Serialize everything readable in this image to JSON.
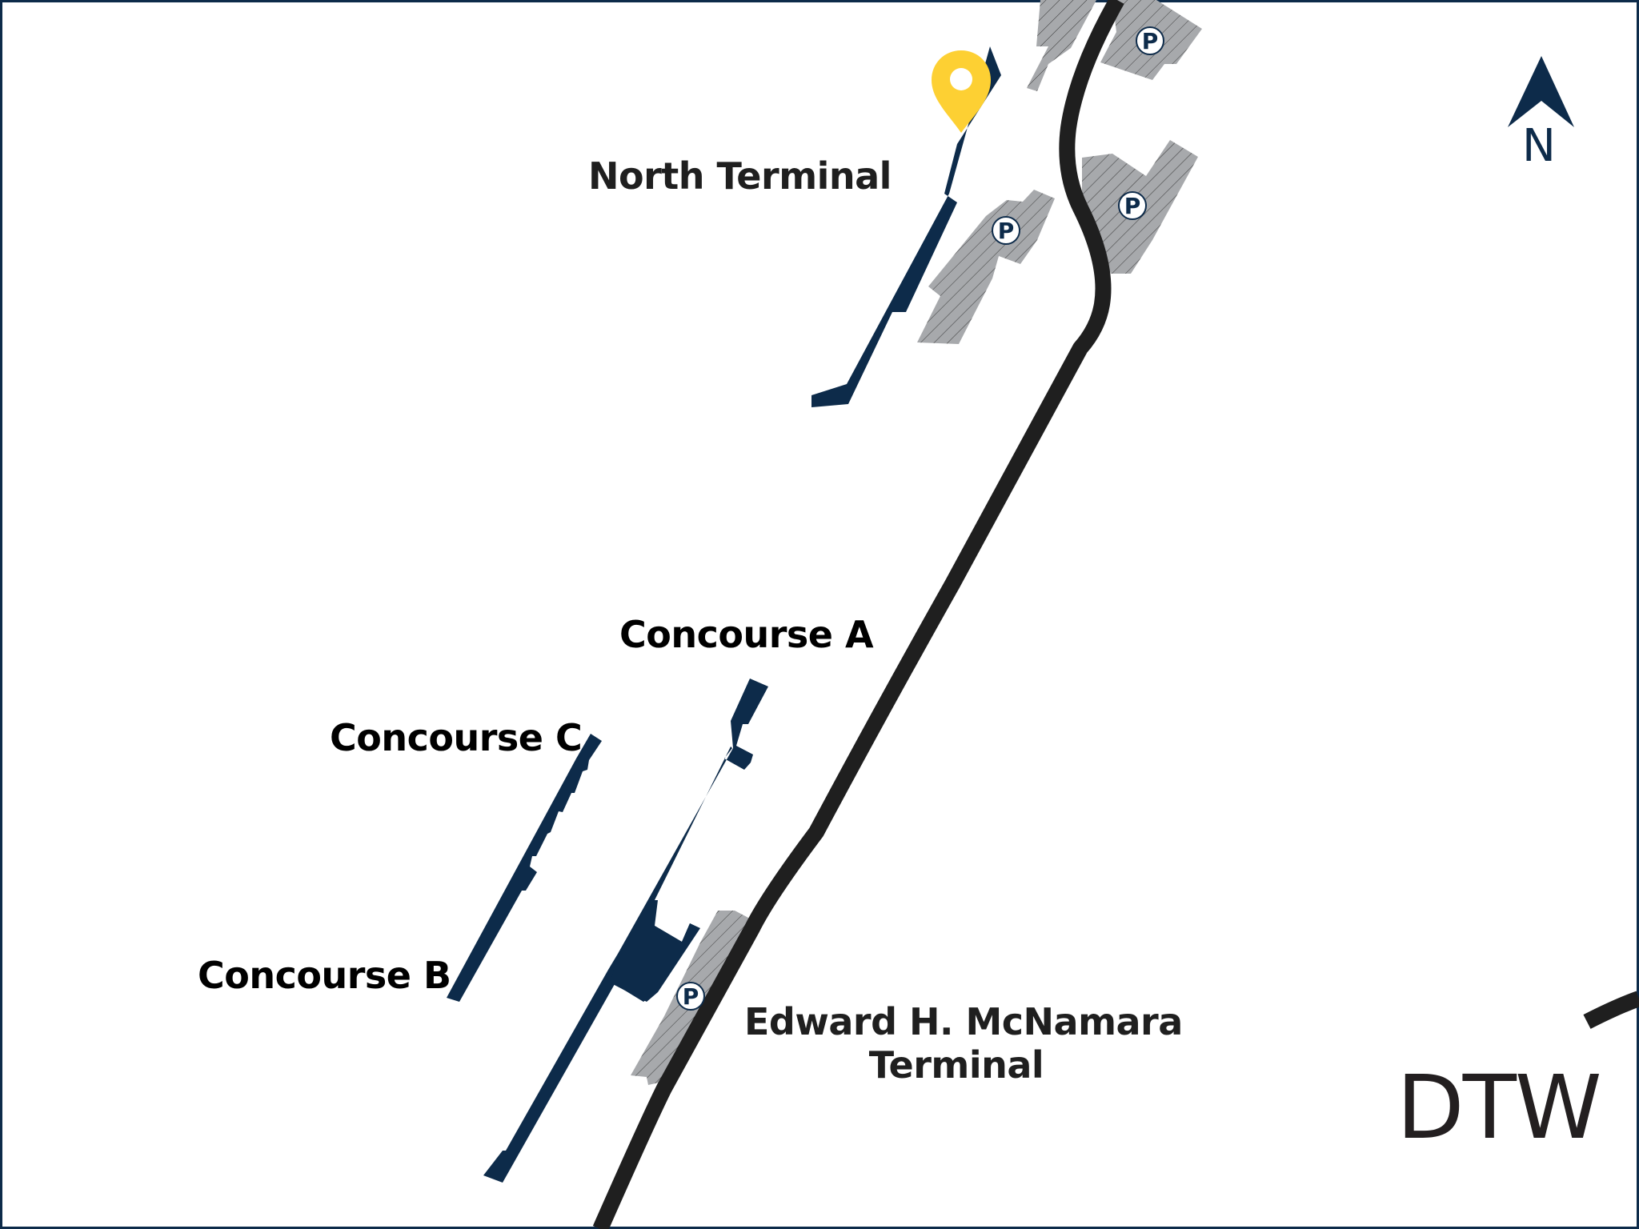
{
  "map": {
    "airport_code": "DTW",
    "north_indicator": "N",
    "labels": {
      "north_terminal": "North Terminal",
      "concourse_a": "Concourse A",
      "concourse_b": "Concourse B",
      "concourse_c": "Concourse C",
      "mcnamara_line1": "Edward H. McNamara",
      "mcnamara_line2": "Terminal"
    },
    "parking_symbol": "P",
    "parking_lots": [
      {
        "id": "north-top-left",
        "has_symbol": false
      },
      {
        "id": "north-top-right",
        "has_symbol": true
      },
      {
        "id": "north-middle",
        "has_symbol": true
      },
      {
        "id": "north-east",
        "has_symbol": true
      },
      {
        "id": "mcnamara",
        "has_symbol": true
      }
    ],
    "location_pin": {
      "icon": "map-pin-icon",
      "at": "North Terminal"
    },
    "colors": {
      "building": "#0d2b4a",
      "road": "#1f1f1f",
      "parking": "#a7a9ac",
      "pin": "#fdd033",
      "frame": "#0d2b4a"
    }
  }
}
